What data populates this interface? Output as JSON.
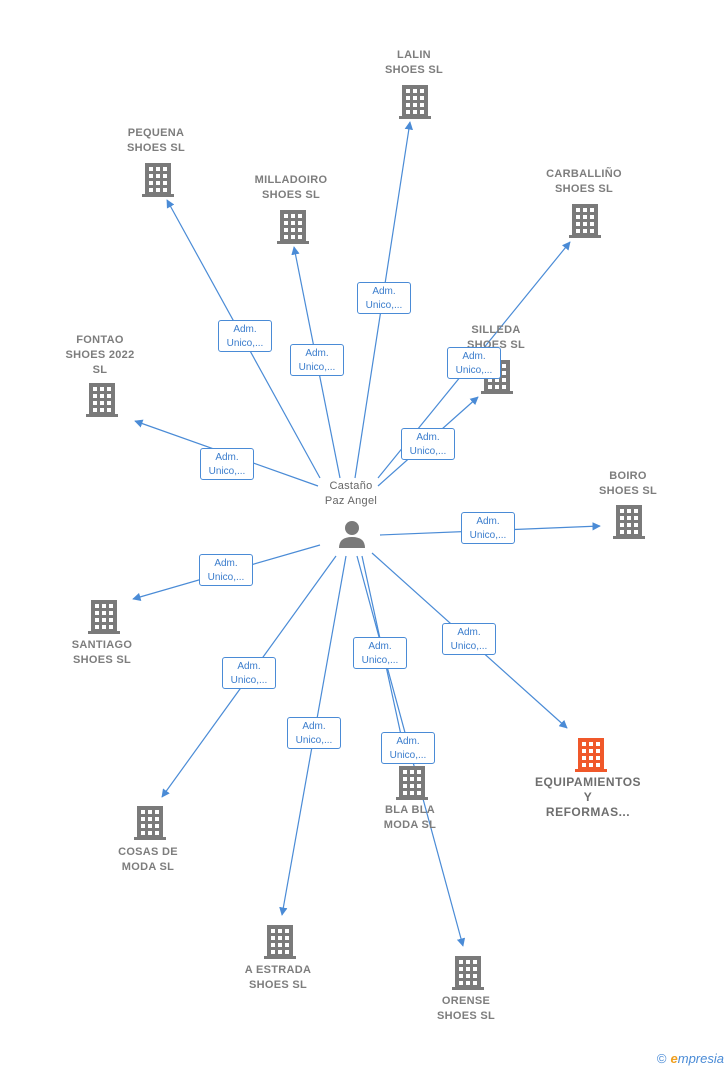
{
  "center": {
    "name_line1": "Castaño",
    "name_line2": "Paz Angel"
  },
  "role_label": {
    "line1": "Adm.",
    "line2": "Unico,..."
  },
  "companies": [
    {
      "id": "lalin",
      "lines": [
        "LALIN",
        "SHOES  SL"
      ]
    },
    {
      "id": "pequena",
      "lines": [
        "PEQUENA",
        "SHOES  SL"
      ]
    },
    {
      "id": "milladoiro",
      "lines": [
        "MILLADOIRO",
        "SHOES  SL"
      ]
    },
    {
      "id": "carballino",
      "lines": [
        "CARBALLIÑO",
        "SHOES  SL"
      ]
    },
    {
      "id": "silleda",
      "lines": [
        "SILLEDA",
        "SHOES  SL"
      ]
    },
    {
      "id": "fontao",
      "lines": [
        "FONTAO",
        "SHOES 2022",
        "SL"
      ]
    },
    {
      "id": "boiro",
      "lines": [
        "BOIRO",
        "SHOES  SL"
      ]
    },
    {
      "id": "santiago",
      "lines": [
        "SANTIAGO",
        "SHOES  SL"
      ]
    },
    {
      "id": "equipamientos",
      "lines": [
        "EQUIPAMIENTOS",
        "Y",
        "REFORMAS..."
      ],
      "highlight": true
    },
    {
      "id": "blabla",
      "lines": [
        "BLA BLA",
        "MODA  SL"
      ]
    },
    {
      "id": "cosas",
      "lines": [
        "COSAS DE",
        "MODA  SL"
      ]
    },
    {
      "id": "estrada",
      "lines": [
        "A ESTRADA",
        "SHOES  SL"
      ]
    },
    {
      "id": "orense",
      "lines": [
        "ORENSE",
        "SHOES  SL"
      ]
    }
  ],
  "colors": {
    "edge": "#4a8bd6",
    "building": "#7a7a7a",
    "highlight_building": "#f0582a",
    "person": "#7a7a7a"
  },
  "footer": {
    "copyright": "©",
    "brand_initial": "e",
    "brand_rest": "mpresia"
  }
}
